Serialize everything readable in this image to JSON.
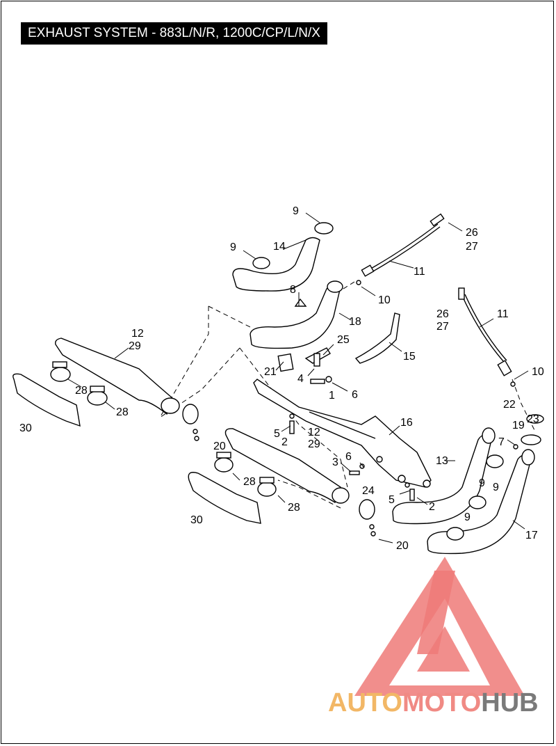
{
  "title": "EXHAUST SYSTEM - 883L/N/R, 1200C/CP/L/N/X",
  "watermark": {
    "brand_parts": [
      "AUTO",
      "MOTO",
      "HUB"
    ],
    "colors": {
      "auto": "#f2b766",
      "moto": "#f08a84",
      "hub": "#7a7a7a",
      "logo": "#ee7a78"
    }
  },
  "callouts": {
    "c1": "9",
    "c2": "26",
    "c3": "27",
    "c4": "9",
    "c5": "14",
    "c6": "11",
    "c7": "10",
    "c8": "8",
    "c9": "18",
    "c10": "26",
    "c11": "27",
    "c12": "11",
    "c13": "12",
    "c14": "29",
    "c15": "25",
    "c16": "15",
    "c17": "21",
    "c18": "4",
    "c19": "1",
    "c20": "6",
    "c21": "10",
    "c22": "28",
    "c23": "28",
    "c24": "30",
    "c25": "22",
    "c26": "23",
    "c27": "19",
    "c28": "5",
    "c29": "2",
    "c30": "12",
    "c31": "29",
    "c32": "16",
    "c33": "7",
    "c34": "20",
    "c35": "13",
    "c36": "3",
    "c37": "6",
    "c38": "28",
    "c39": "9",
    "c40": "9",
    "c41": "24",
    "c42": "5",
    "c43": "2",
    "c44": "28",
    "c45": "30",
    "c46": "9",
    "c47": "17",
    "c48": "20"
  }
}
